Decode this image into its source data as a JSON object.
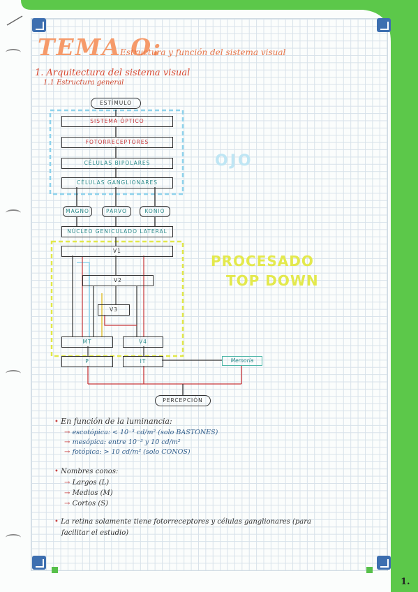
{
  "title": {
    "main": "TEMA O:",
    "subtitle": "Estructura y función del sistema visual"
  },
  "section": {
    "heading": "1. Arquitectura del sistema visual",
    "subheading": "1.1 Estructura general"
  },
  "diagram": {
    "stimulus": "ESTÍMULO",
    "optic_system": "SISTEMA ÓPTICO",
    "photoreceptors": "FOTORRECEPTORES",
    "bipolar": "CÉLULAS BIPOLARES",
    "ganglion": "CÉLULAS GANGLIONARES",
    "eye_label": "OJO",
    "magno": "MAGNO",
    "parvo": "PARVO",
    "konio": "KONIO",
    "lgn": "NÚCLEO GENICULADO LATERAL",
    "v1": "V1",
    "v2": "V2",
    "v3": "V3",
    "mt": "MT",
    "v4": "V4",
    "p": "P",
    "it": "IT",
    "memory": "Memoria",
    "perception": "PERCEPCIÓN",
    "processing_label_1": "PROCESADO",
    "processing_label_2": "TOP DOWN"
  },
  "luminance": {
    "heading": "En función de la luminancia:",
    "items": [
      "escotópica: < 10⁻³ cd/m² (solo BASTONES)",
      "mesópica: entre 10⁻³ y 10 cd/m²",
      "fotópica: > 10 cd/m² (solo CONOS)"
    ]
  },
  "cones": {
    "heading": "Nombres conos:",
    "items": [
      "Largos (L)",
      "Medios (M)",
      "Cortos (S)"
    ]
  },
  "note": {
    "line1": "La retina solamente tiene fotorreceptores y células ganglionares (para",
    "line2": "facilitar el estudio)"
  },
  "page_number": "1.",
  "colors": {
    "green_border": "#5cc84a",
    "cyan_dash": "#8fd3ec",
    "yellow_dash": "#e2e84a",
    "orange_title": "#f59a6a",
    "red_line": "#c8363a",
    "teal_box": "#4db6a8"
  }
}
